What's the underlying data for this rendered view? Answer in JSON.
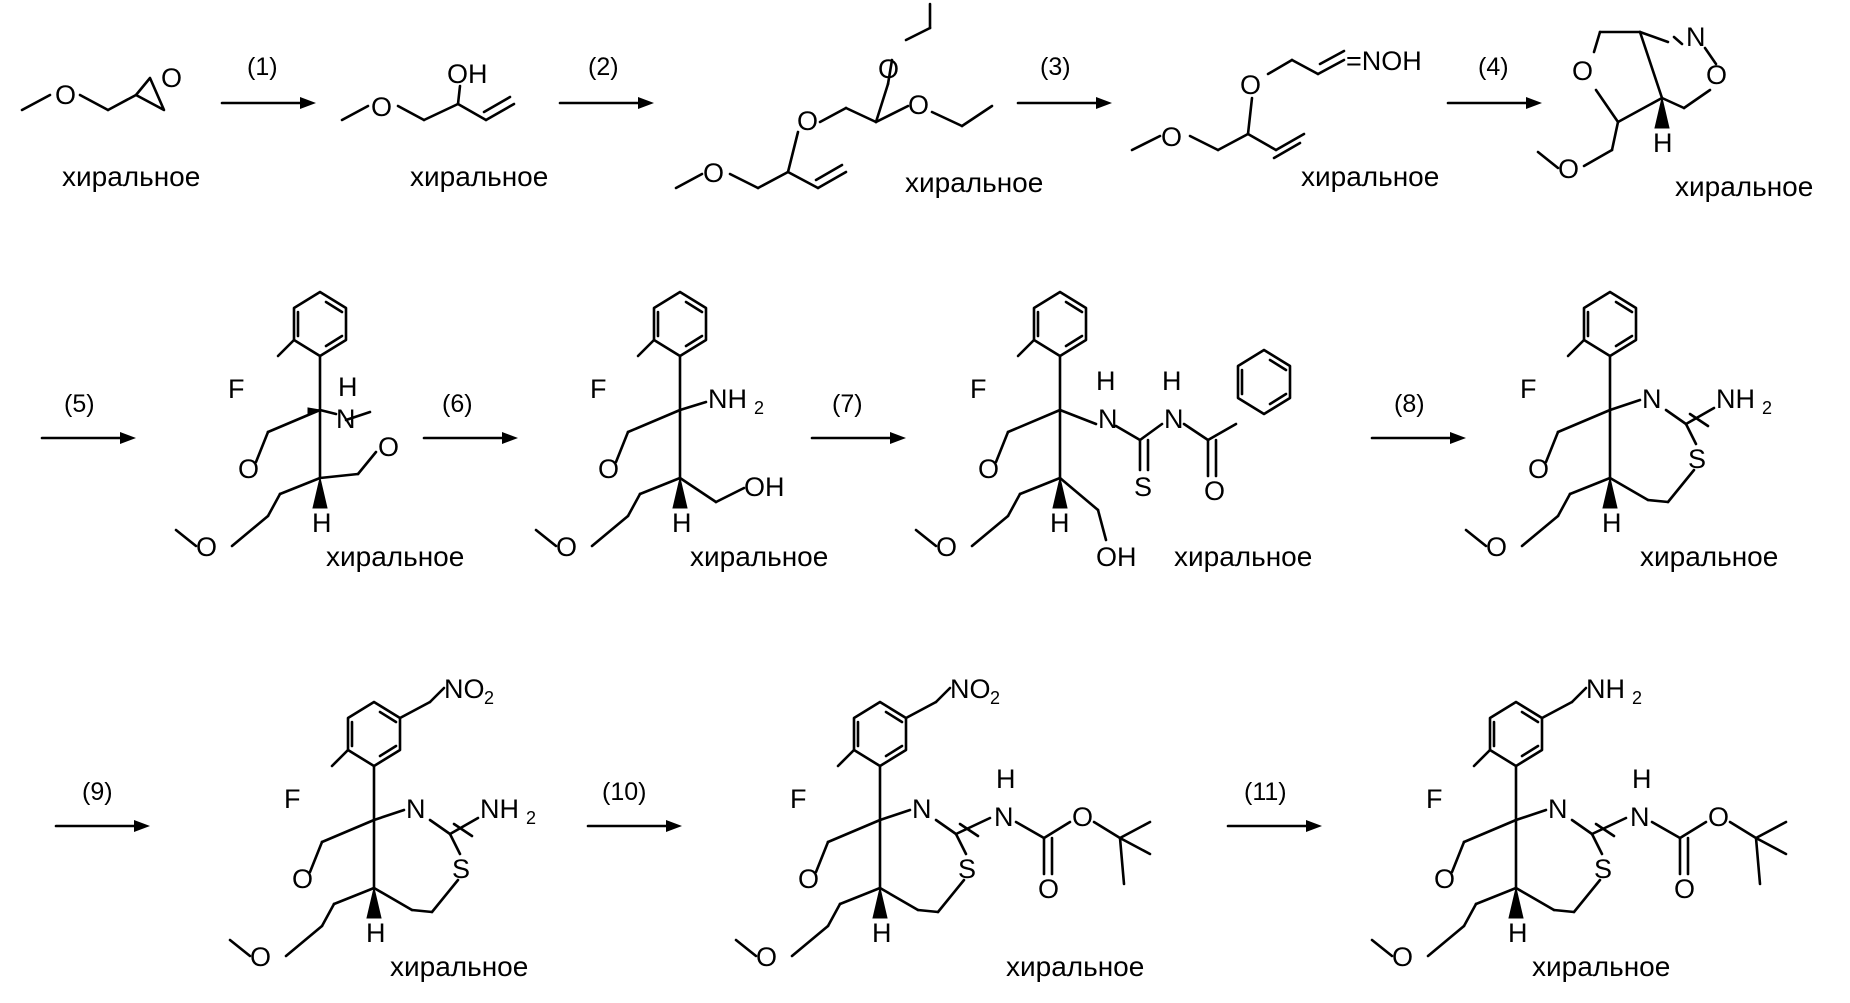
{
  "chiral_label": "хиральное",
  "steps": [
    "(1)",
    "(2)",
    "(3)",
    "(4)",
    "(5)",
    "(6)",
    "(7)",
    "(8)",
    "(9)",
    "(10)",
    "(11)"
  ],
  "atoms": {
    "O": "O",
    "OH": "OH",
    "NOH": "=NOH",
    "N": "N",
    "H": "H",
    "F": "F",
    "S": "S",
    "NH": "N",
    "NH2": "NH",
    "NO2": "NO",
    "sub2": "2"
  }
}
